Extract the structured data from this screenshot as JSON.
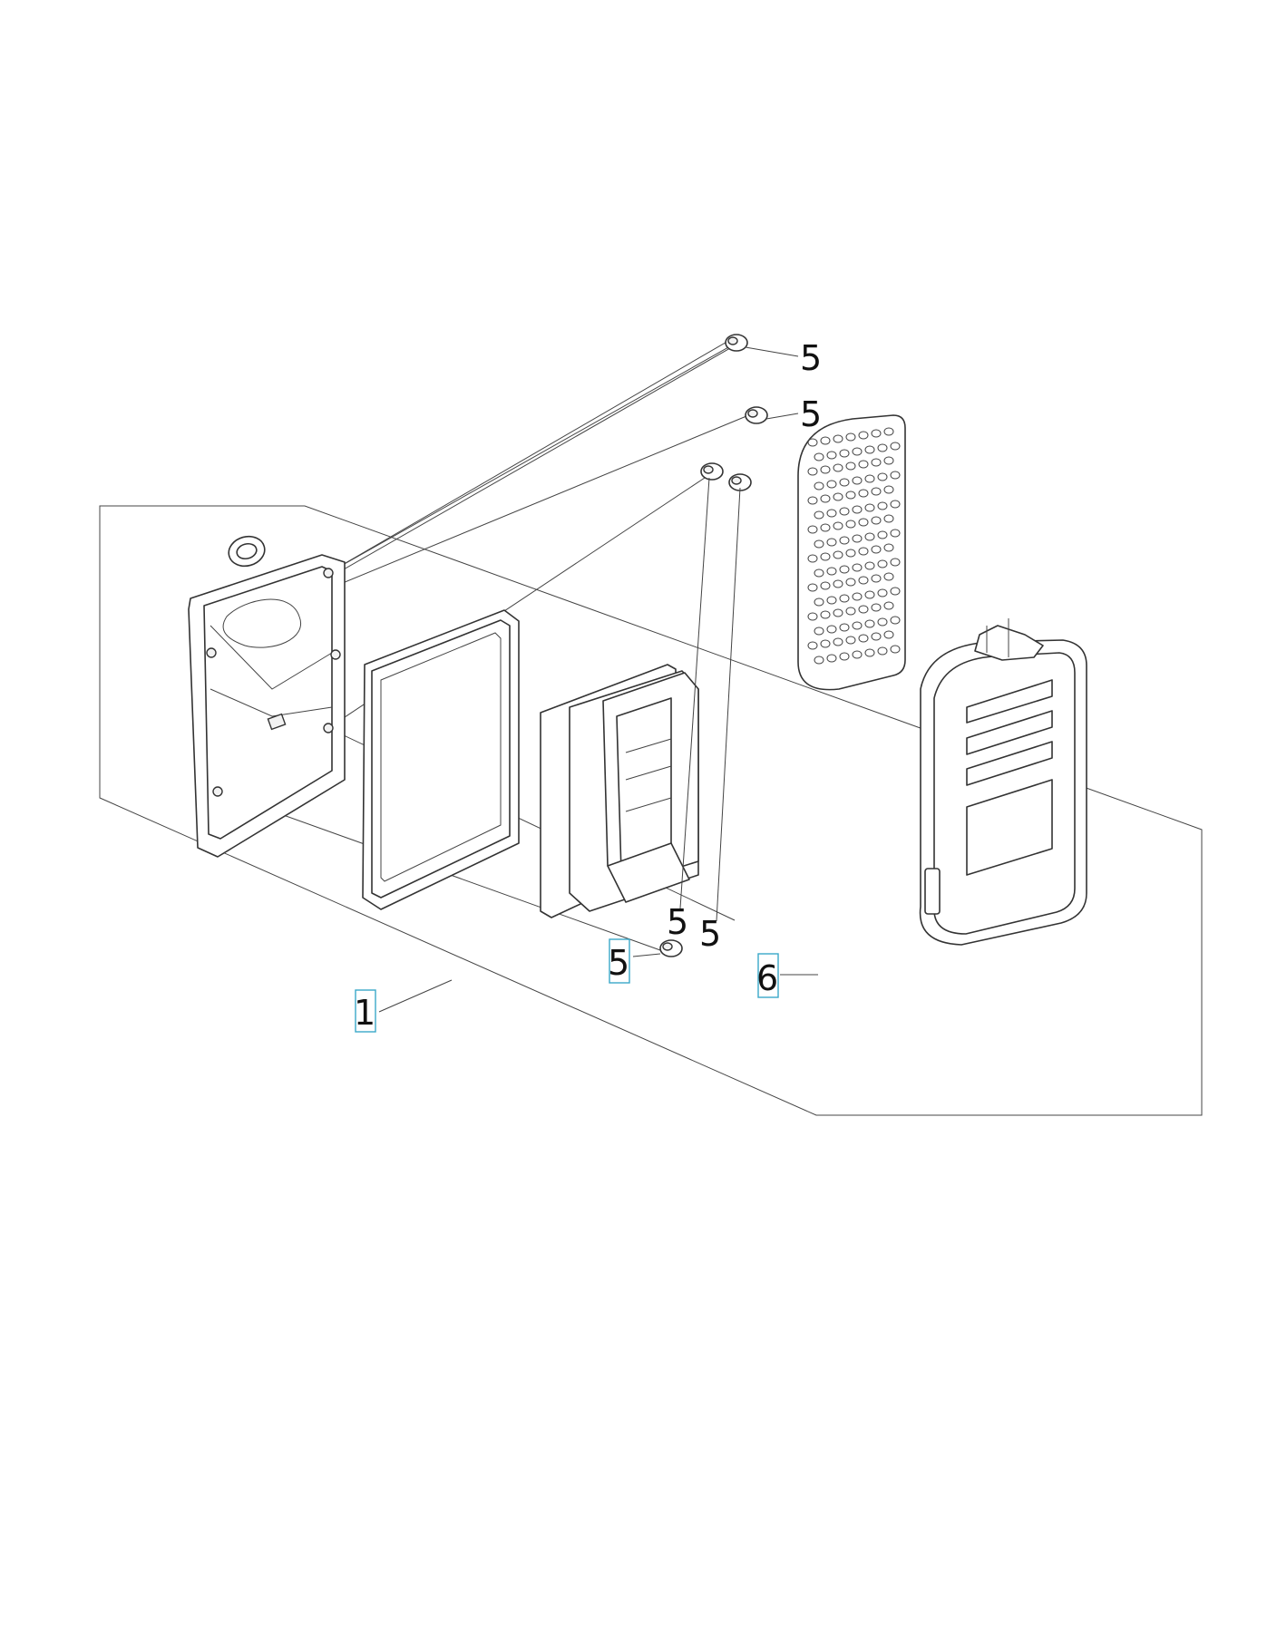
{
  "callouts": [
    {
      "id": "c1",
      "text": "1",
      "highlighted": true
    },
    {
      "id": "c5a",
      "text": "5",
      "highlighted": false
    },
    {
      "id": "c5b",
      "text": "5",
      "highlighted": false
    },
    {
      "id": "c5c",
      "text": "5",
      "highlighted": false
    },
    {
      "id": "c5d",
      "text": "5",
      "highlighted": false
    },
    {
      "id": "c5e",
      "text": "5",
      "highlighted": true
    },
    {
      "id": "c6",
      "text": "6",
      "highlighted": true
    }
  ],
  "colors": {
    "highlight": "#3aa8c9",
    "line": "#333333"
  }
}
